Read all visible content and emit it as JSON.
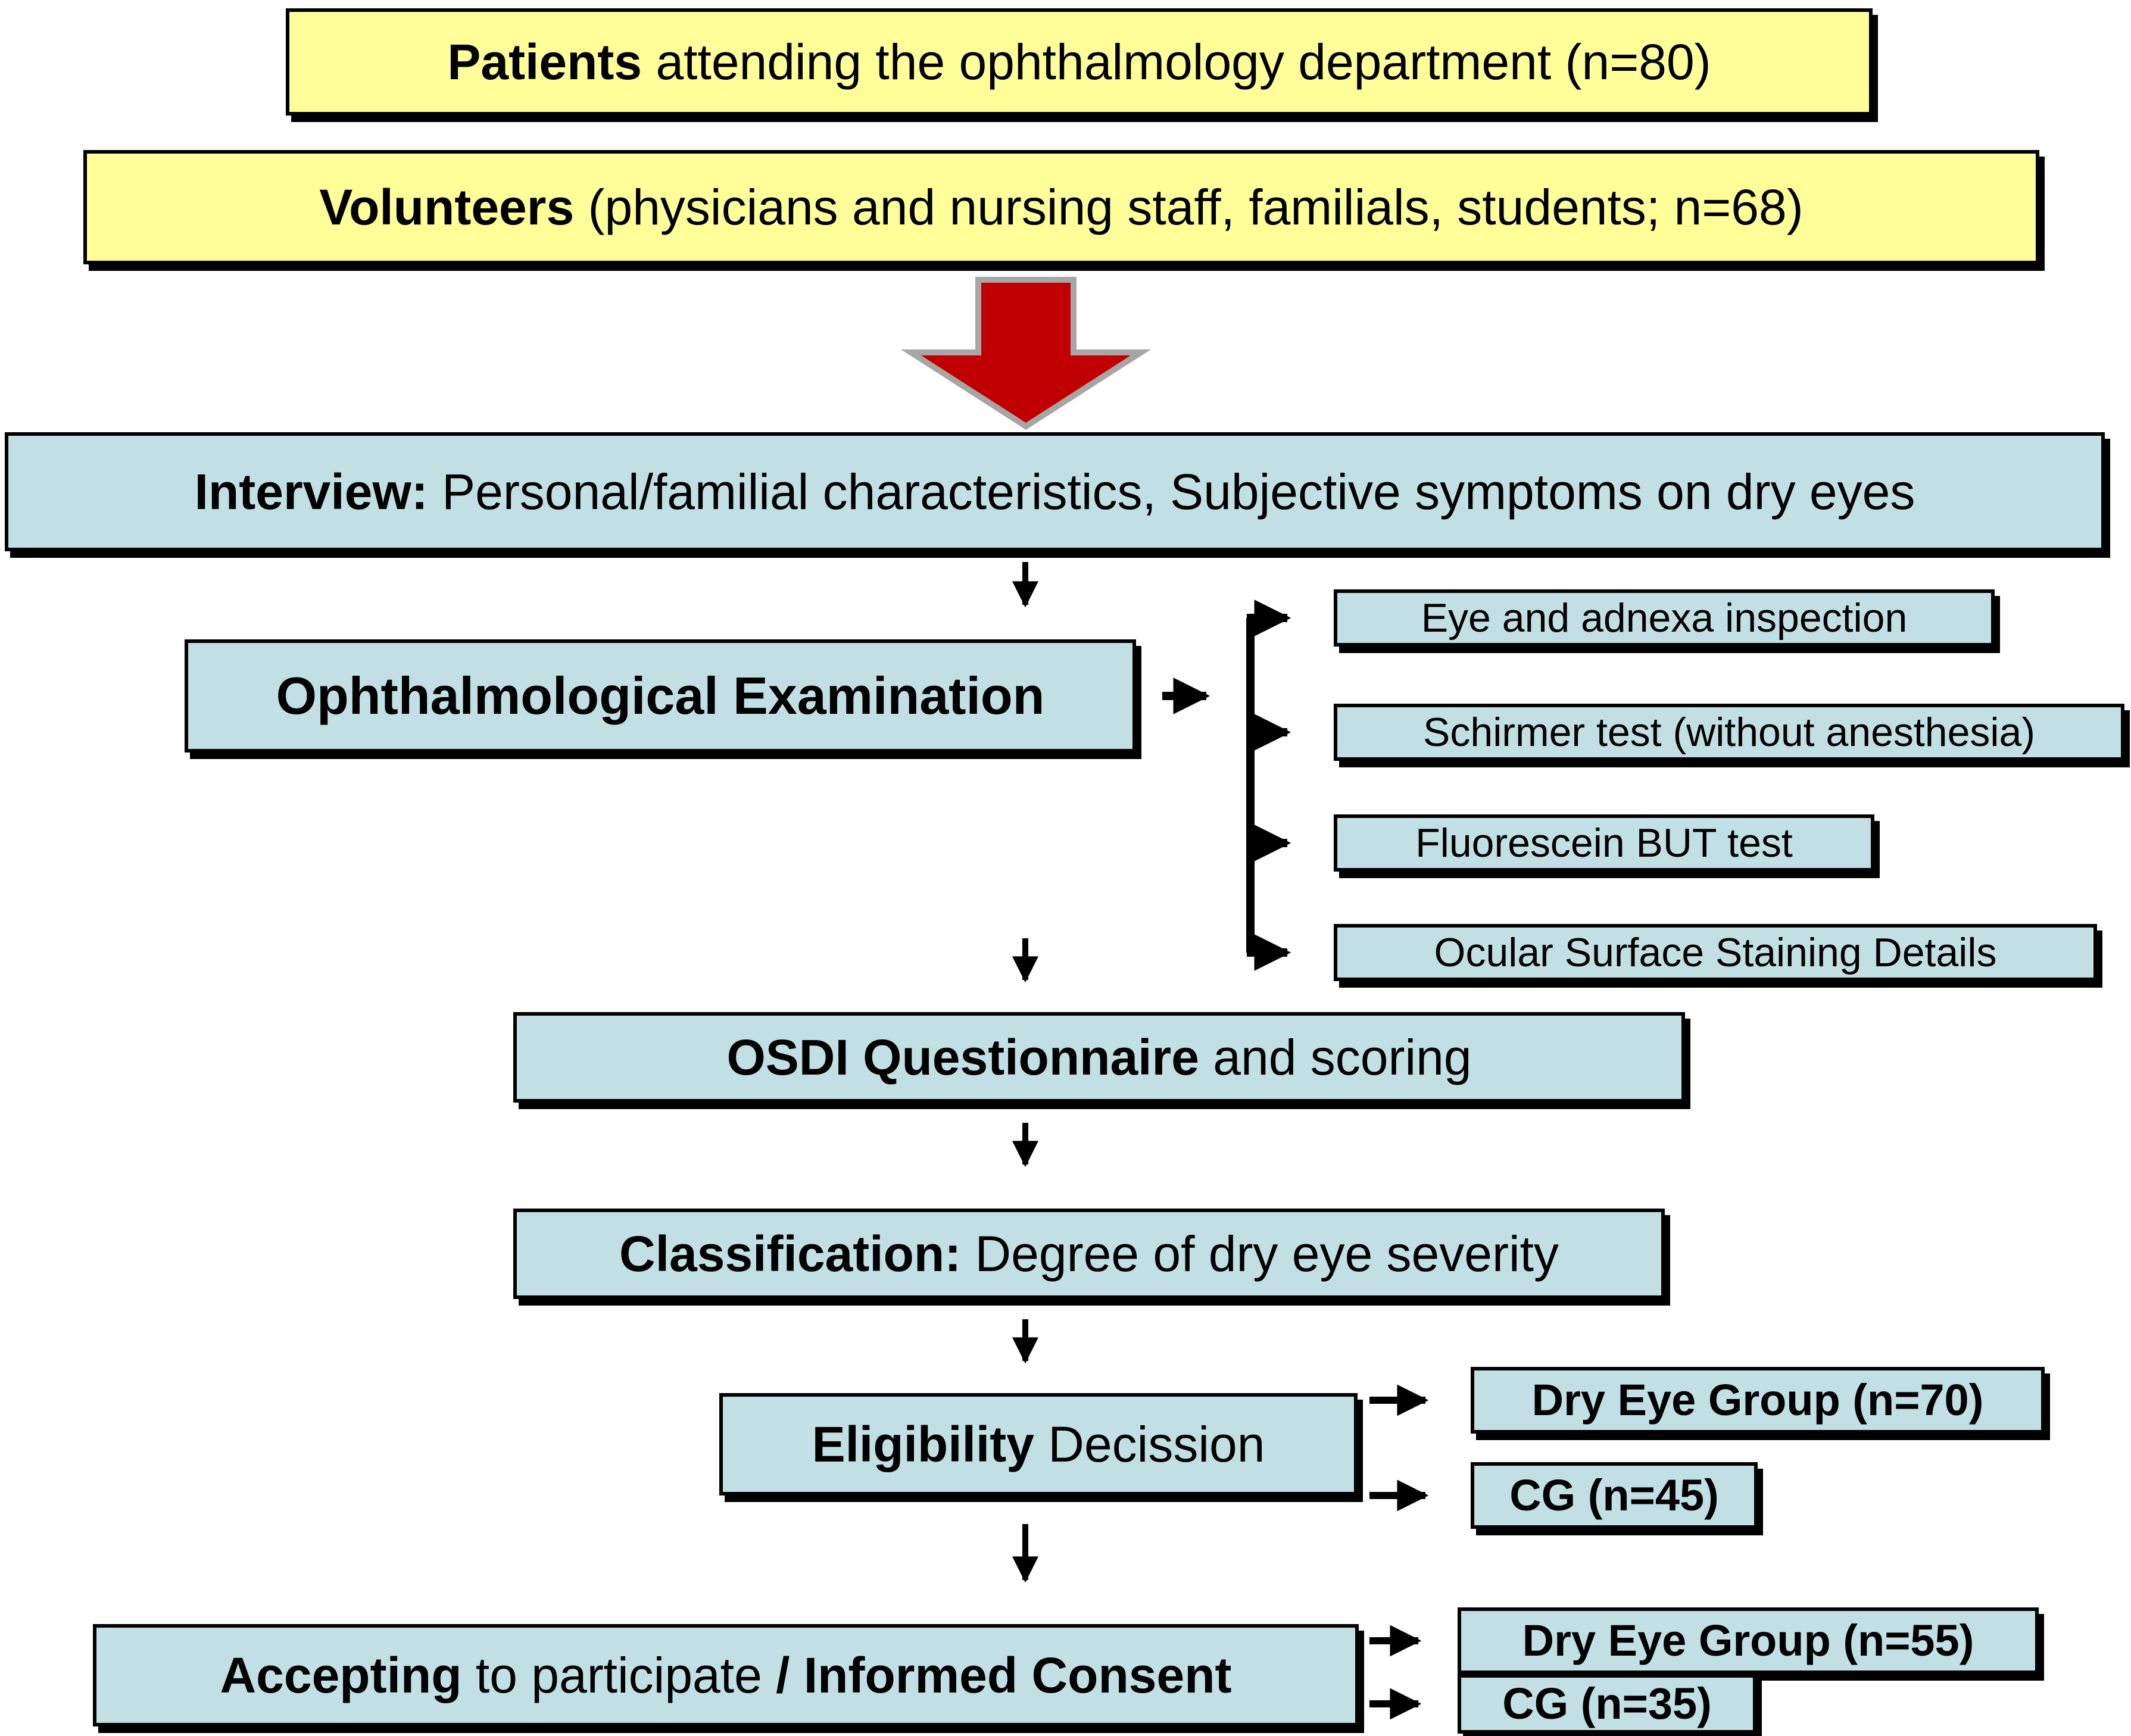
{
  "figure": "Study enrollment flowchart",
  "colors": {
    "box_yellow": "#FFFF99",
    "box_blue": "#C2E0E3",
    "arrow_red": "#C00000",
    "arrow_red_outline": "#A6A6A6",
    "connector_black": "#000000"
  },
  "nodes": {
    "patients": {
      "bold": "Patients",
      "rest": " attending the ophthalmology department (n=80)"
    },
    "volunteers": {
      "bold": "Volunteers",
      "rest": " (physicians and nursing staff, familials, students; n=68)"
    },
    "interview": {
      "bold": "Interview:",
      "rest": " Personal/familial characteristics, Subjective symptoms on dry eyes"
    },
    "exam": {
      "label": "Ophthalmological Examination",
      "branches": [
        "Eye and adnexa inspection",
        "Schirmer test (without anesthesia)",
        "Fluorescein BUT test",
        "Ocular Surface Staining Details"
      ]
    },
    "osdi": {
      "bold": "OSDI Questionnaire",
      "rest": " and scoring"
    },
    "classification": {
      "bold": "Classification:",
      "rest": " Degree of dry eye severity"
    },
    "eligibility": {
      "bold": "Eligibility",
      "rest": " Decission",
      "groups": [
        "Dry Eye Group (n=70)",
        "CG (n=45)"
      ]
    },
    "consent": {
      "bold_start": "Accepting",
      "middle": " to participate ",
      "bold_end": "/ Informed Consent",
      "groups": [
        "Dry Eye Group (n=55)",
        "CG (n=35)"
      ]
    }
  }
}
